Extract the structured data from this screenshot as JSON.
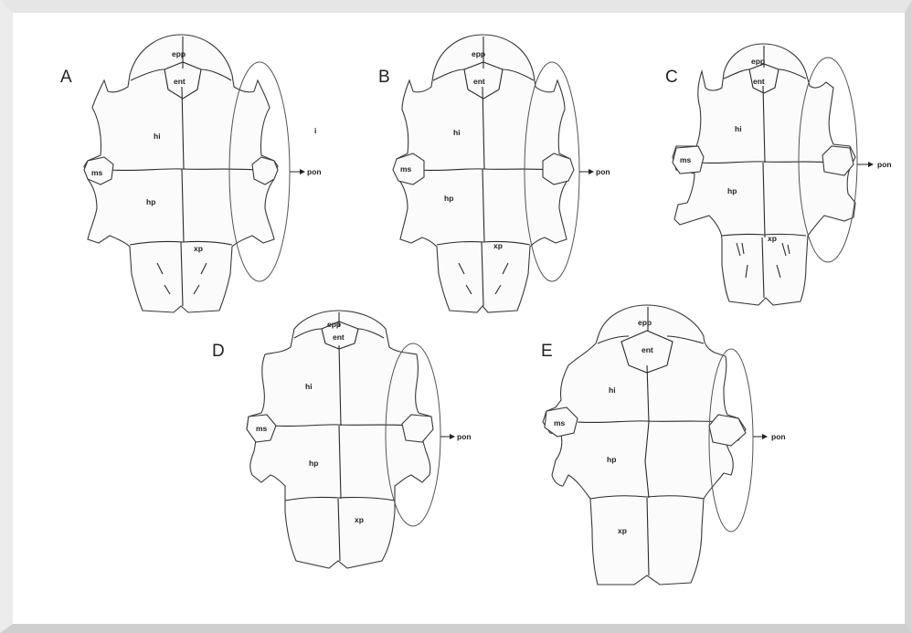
{
  "panels": [
    {
      "id": "A",
      "letter": "A",
      "labels": {
        "epp": "epp",
        "ent": "ent",
        "hi": "hi",
        "ms": "ms",
        "hp": "hp",
        "xp": "xp",
        "pon": "pon",
        "extra": "i"
      }
    },
    {
      "id": "B",
      "letter": "B",
      "labels": {
        "epp": "epp",
        "ent": "ent",
        "hi": "hi",
        "ms": "ms",
        "hp": "hp",
        "xp": "xp",
        "pon": "pon"
      }
    },
    {
      "id": "C",
      "letter": "C",
      "labels": {
        "epp": "epp",
        "ent": "ent",
        "hi": "hi",
        "ms": "ms",
        "hp": "hp",
        "xp": "xp",
        "pon": "pon"
      }
    },
    {
      "id": "D",
      "letter": "D",
      "labels": {
        "epp": "epp",
        "ent": "ent",
        "hi": "hi",
        "ms": "ms",
        "hp": "hp",
        "xp": "xp",
        "pon": "pon"
      }
    },
    {
      "id": "E",
      "letter": "E",
      "labels": {
        "epp": "epp",
        "ent": "ent",
        "hi": "hi",
        "ms": "ms",
        "hp": "hp",
        "xp": "xp",
        "pon": "pon"
      }
    }
  ],
  "colors": {
    "outline": "#3a3a3a",
    "fill": "#fbfbfb",
    "ring": "#555555",
    "frame": "#e6e6e6"
  }
}
